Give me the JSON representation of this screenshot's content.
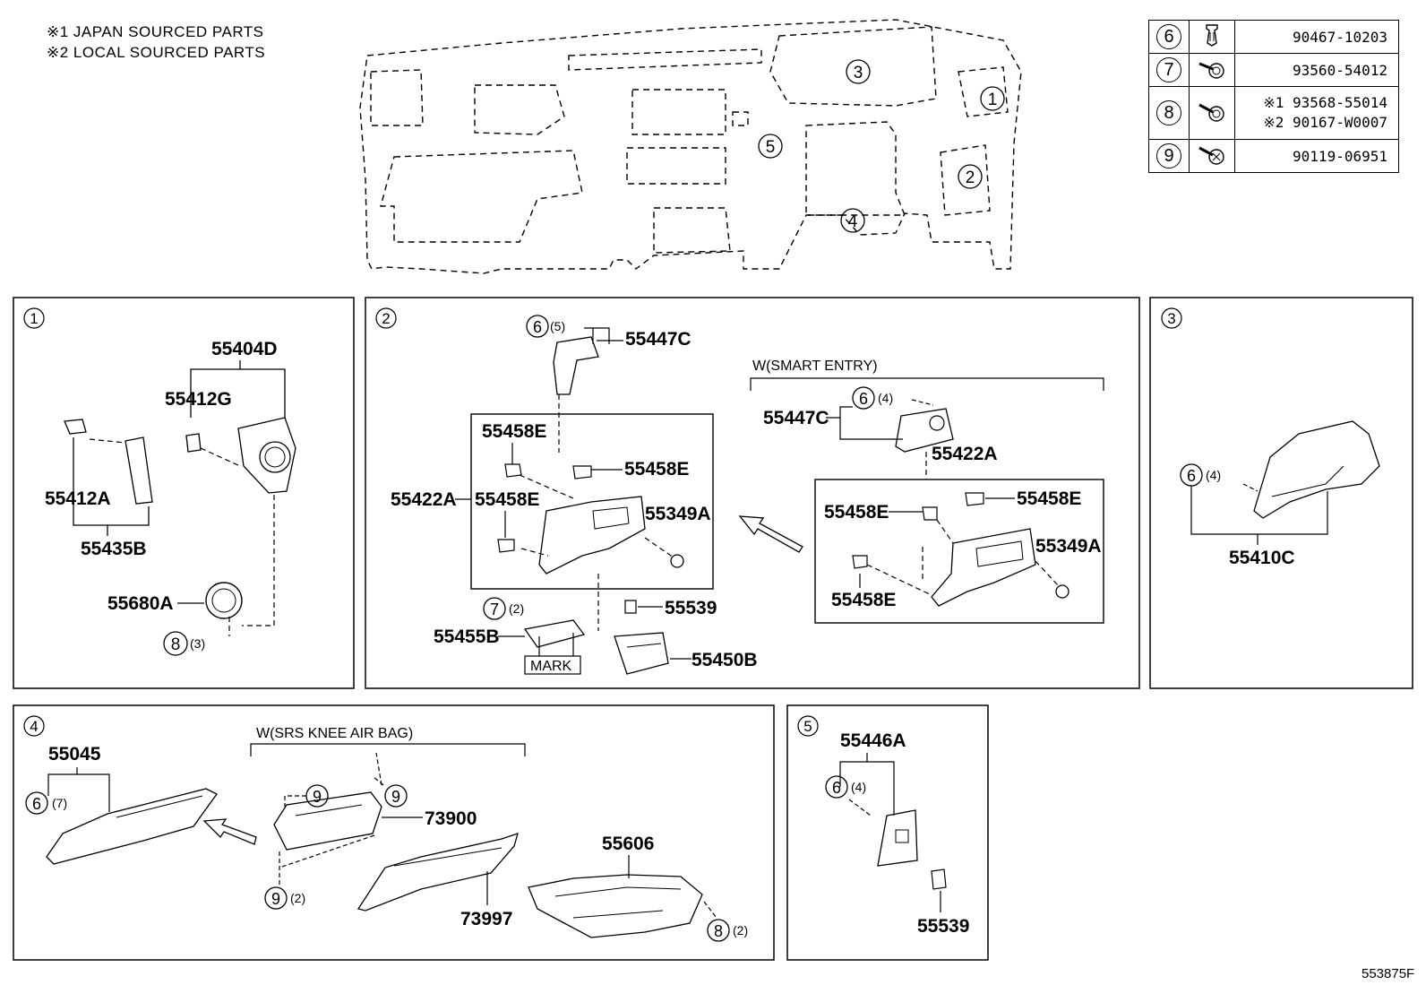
{
  "notes": [
    "※1 JAPAN SOURCED PARTS",
    "※2 LOCAL SOURCED PARTS"
  ],
  "fasteners": [
    {
      "ref": "6",
      "icon": "clip-icon",
      "part": "90467-10203"
    },
    {
      "ref": "7",
      "icon": "screw-icon",
      "part": "93560-54012"
    },
    {
      "ref": "8",
      "icon": "screw-icon",
      "parts": [
        "※1 93568-55014",
        "※2 90167-W0007"
      ]
    },
    {
      "ref": "9",
      "icon": "bolt-icon",
      "part": "90119-06951"
    }
  ],
  "overview": {
    "zones": [
      "1",
      "2",
      "3",
      "4",
      "5"
    ]
  },
  "panels": {
    "p1": {
      "ref": "1",
      "labels": {
        "a": "55404D",
        "b": "55412G",
        "c": "55412A",
        "d": "55435B",
        "e": "55680A"
      },
      "screw": {
        "ref": "8",
        "qty": "(3)"
      }
    },
    "p2": {
      "ref": "2",
      "caption_smart": "W(SMART ENTRY)",
      "labels": {
        "a": "55447C",
        "b": "55458E",
        "c": "55458E",
        "d": "55422A",
        "e": "55458E",
        "f": "55349A",
        "g": "55539",
        "h": "55455B",
        "i": "55450B",
        "j": "MARK",
        "k": "55447C",
        "l": "55422A",
        "m": "55458E",
        "n": "55458E",
        "o": "55349A",
        "p": "55458E"
      },
      "clips": [
        {
          "ref": "6",
          "qty": "(5)"
        },
        {
          "ref": "7",
          "qty": "(2)"
        },
        {
          "ref": "6",
          "qty": "(4)"
        }
      ]
    },
    "p3": {
      "ref": "3",
      "labels": {
        "a": "55410C"
      },
      "clip": {
        "ref": "6",
        "qty": "(4)"
      }
    },
    "p4": {
      "ref": "4",
      "caption_knee": "W(SRS KNEE AIR BAG)",
      "labels": {
        "a": "55045",
        "b": "73900",
        "c": "73997",
        "d": "55606"
      },
      "clips": [
        {
          "ref": "6",
          "qty": "(7)"
        },
        {
          "ref": "9",
          "qty": ""
        },
        {
          "ref": "9",
          "qty": ""
        },
        {
          "ref": "9",
          "qty": "(2)"
        },
        {
          "ref": "8",
          "qty": "(2)"
        }
      ]
    },
    "p5": {
      "ref": "5",
      "labels": {
        "a": "55446A",
        "b": "55539"
      },
      "clip": {
        "ref": "6",
        "qty": "(4)"
      }
    }
  },
  "doc_number": "553875F"
}
